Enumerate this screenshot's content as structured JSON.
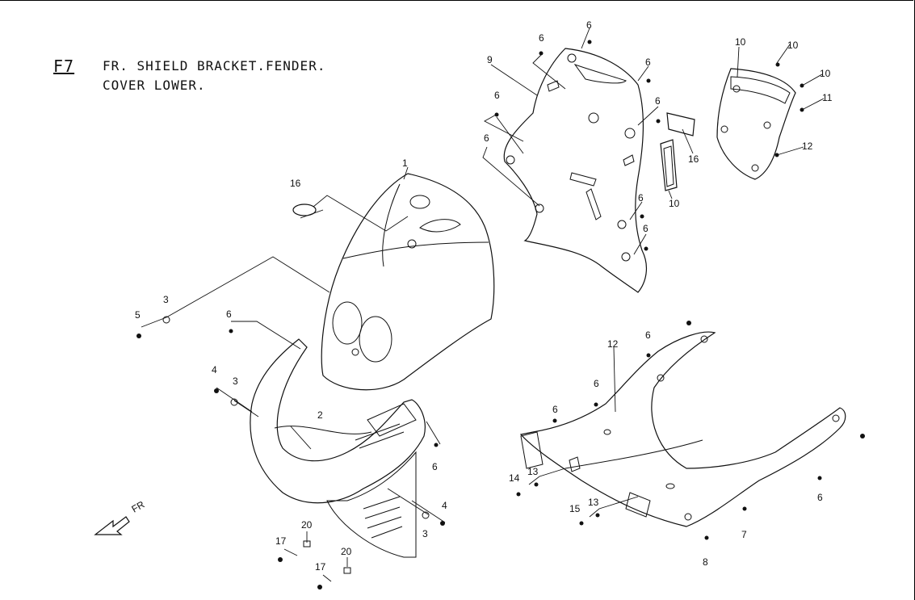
{
  "header": {
    "code": "F7",
    "title_line1": "FR. SHIELD BRACKET.FENDER.",
    "title_line2": "COVER LOWER."
  },
  "direction_label": "FR",
  "callouts": [
    "1",
    "2",
    "3",
    "3",
    "3",
    "4",
    "4",
    "5",
    "6",
    "6",
    "6",
    "6",
    "6",
    "6",
    "6",
    "6",
    "6",
    "6",
    "6",
    "6",
    "6",
    "6",
    "7",
    "8",
    "9",
    "10",
    "10",
    "10",
    "10",
    "11",
    "12",
    "12",
    "13",
    "13",
    "14",
    "15",
    "16",
    "16",
    "17",
    "17",
    "20",
    "20"
  ]
}
